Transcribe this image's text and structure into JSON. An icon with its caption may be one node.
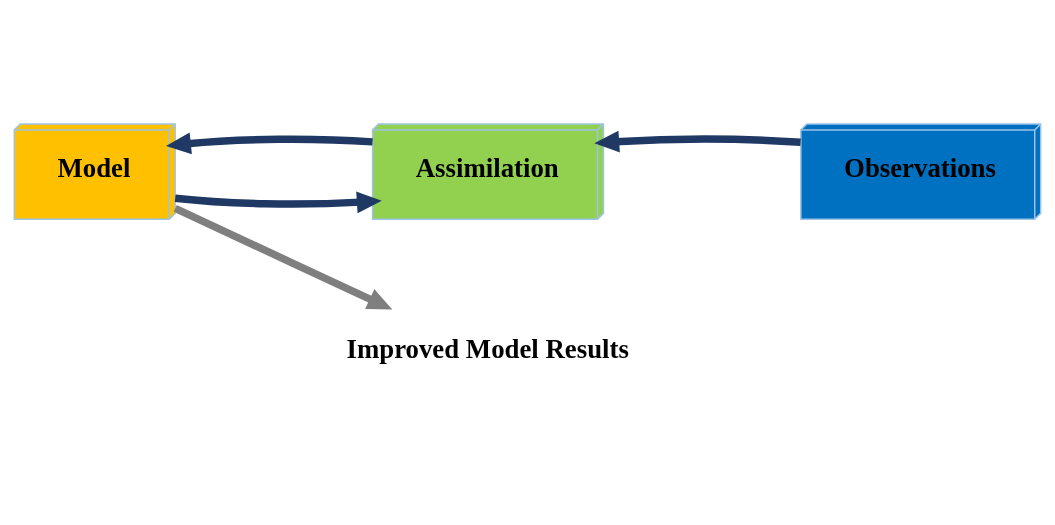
{
  "diagram": {
    "nodes": [
      {
        "text": [
          "Model"
        ]
      },
      {
        "text": [
          "Assimilation"
        ]
      },
      {
        "text": [
          "Observations"
        ]
      },
      {
        "text": [
          "Improved Model Results"
        ]
      }
    ],
    "edges": [
      {
        "from": 0,
        "to": 1,
        "arrow": "to"
      },
      {
        "from": 1,
        "to": 0,
        "arrow": "to"
      },
      {
        "from": 2,
        "to": 1,
        "arrow": "to"
      },
      {
        "from": 0,
        "to": 3,
        "arrow": "to",
        "color": "#7f7f7f"
      }
    ]
  }
}
